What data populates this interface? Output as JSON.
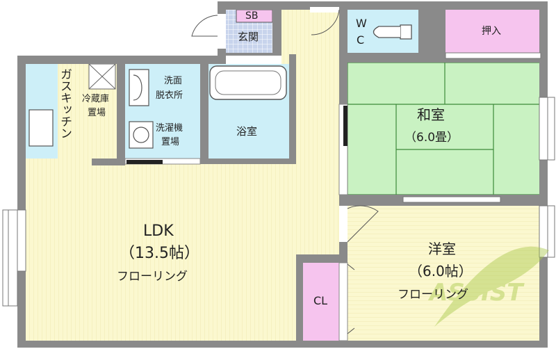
{
  "labels": {
    "sb": "SB",
    "genkan": "玄関",
    "wc_w": "W",
    "wc_c": "C",
    "oshiire": "押入",
    "gas_kitchen": "ガスキッチン",
    "reizoko_1": "冷蔵庫",
    "reizoko_2": "置場",
    "senmen_1": "洗面",
    "senmen_2": "脱衣所",
    "sentakuki_1": "洗濯機",
    "sentakuki_2": "置場",
    "yokushitsu": "浴室",
    "washitsu": "和室",
    "washitsu_size": "（6.0畳）",
    "ldk": "LDK",
    "ldk_size": "（13.5帖）",
    "ldk_floor": "フローリング",
    "youshitsu": "洋室",
    "youshitsu_size": "（6.0帖）",
    "youshitsu_floor": "フローリング",
    "cl": "CL",
    "watermark": "ASSIST"
  },
  "colors": {
    "wall": "#8a8a8a",
    "flooring": "#fbf8cf",
    "flooring_line": "#efe9b0",
    "tatami": "#c9f2c2",
    "tatami_line": "#3d8a3a",
    "wet_area": "#cdeff8",
    "storage": "#f6c4ee",
    "tile": "#c8d4ec",
    "watermark": "#a8c84a"
  }
}
